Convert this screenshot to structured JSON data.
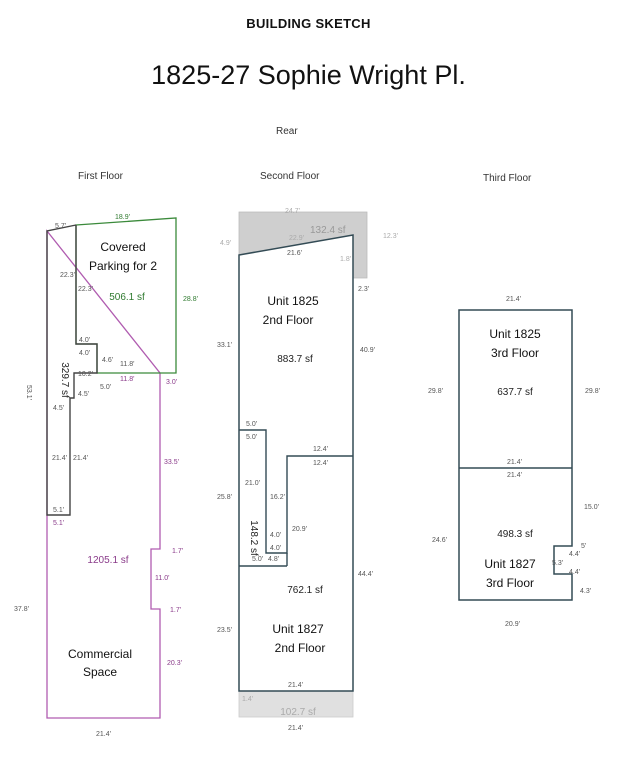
{
  "header": {
    "title": "BUILDING SKETCH",
    "address": "1825-27 Sophie Wright Pl.",
    "rear_label": "Rear"
  },
  "floors": {
    "first": {
      "label": "First Floor",
      "parking": {
        "label_line1": "Covered",
        "label_line2": "Parking for 2",
        "area": "506.1 sf"
      },
      "commercial": {
        "label_line1": "Commercial",
        "label_line2": "Space",
        "area": "1205.1 sf"
      },
      "strip_area": "329.7 sf",
      "dims": {
        "top_left": "5.7'",
        "top": "18.9'",
        "right_parking": "28.8'",
        "left_total": "53.1'",
        "inner_22a": "22.3'",
        "inner_22b": "22.3'",
        "d40a": "4.0'",
        "d40b": "4.0'",
        "d46": "4.6'",
        "d118a": "11.8'",
        "d118b": "11.8'",
        "d102": "10.2'",
        "d50": "5.0'",
        "d45a": "4.5'",
        "d45b": "4.5'",
        "d30": "3.0'",
        "d214a": "21.4'",
        "d214b": "21.4'",
        "d51a": "5.1'",
        "d51b": "5.1'",
        "d335": "33.5'",
        "d17a": "1.7'",
        "d110": "11.0'",
        "d17b": "1.7'",
        "d378": "37.8'",
        "d203": "20.3'",
        "bottom": "21.4'"
      }
    },
    "second": {
      "label": "Second Floor",
      "unit_1825": {
        "label_line1": "Unit 1825",
        "label_line2": "2nd Floor",
        "area": "883.7 sf"
      },
      "unit_1827": {
        "label_line1": "Unit 1827",
        "label_line2": "2nd Floor",
        "area": "762.1 sf"
      },
      "strip_area": "148.2 sf",
      "balcony_top_area": "132.4 sf",
      "balcony_bottom_area": "102.7 sf",
      "dims": {
        "top_faint": "24.7'",
        "left_faint": "4.9'",
        "right_faint": "12.3'",
        "inner_faint": "1.8'",
        "top": "21.6'",
        "top_inner_faint": "22.9'",
        "d23": "2.3'",
        "d331": "33.1'",
        "d409": "40.9'",
        "d50a": "5.0'",
        "d50b": "5.0'",
        "d124a": "12.4'",
        "d124b": "12.4'",
        "d210": "21.0'",
        "d162": "16.2'",
        "d258": "25.8'",
        "d209": "20.9'",
        "d40a": "4.0'",
        "d40b": "4.0'",
        "d50c": "5.0'",
        "d48": "4.8'",
        "d444": "44.4'",
        "d235": "23.5'",
        "d214a": "21.4'",
        "d14": "1.4'",
        "d214b": "21.4'"
      }
    },
    "third": {
      "label": "Third Floor",
      "unit_1825": {
        "label_line1": "Unit 1825",
        "label_line2": "3rd Floor",
        "area": "637.7 sf"
      },
      "unit_1827": {
        "label_line1": "Unit 1827",
        "label_line2": "3rd Floor",
        "area": "498.3 sf"
      },
      "dims": {
        "top": "21.4'",
        "left_upper": "29.8'",
        "right_upper": "29.8'",
        "mid_a": "21.4'",
        "mid_b": "21.4'",
        "right_150": "15.0'",
        "left_lower": "24.6'",
        "d5": "5'",
        "d44a": "4.4'",
        "d53": "5.3'",
        "d44b": "4.4'",
        "d43": "4.3'",
        "bottom": "20.9'"
      }
    }
  },
  "colors": {
    "parking_outline": "#3b8a3b",
    "commercial_outline": "#b05cb0",
    "unit_outline": "#334b55",
    "balcony_fill": "#cfcfcf"
  }
}
